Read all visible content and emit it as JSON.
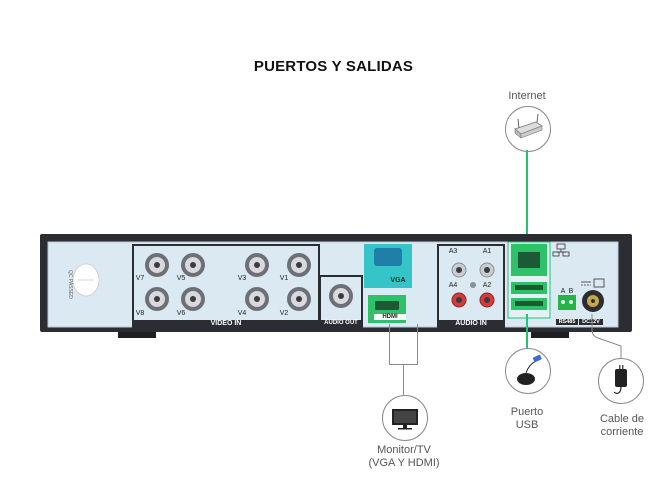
{
  "title": "PUERTOS Y SALIDAS",
  "callouts": {
    "internet": "Internet",
    "monitor": "Monitor/TV",
    "monitor_sub": "(VGA Y HDMI)",
    "usb": "Puerto",
    "usb_sub": "USB",
    "power": "Cable de",
    "power_sub": "corriente"
  },
  "panel": {
    "video_in": "VIDEO IN",
    "audio_out": "AUDIO OUT",
    "audio_in": "AUDIO IN",
    "vga": "VGA",
    "hdmi": "HDMI",
    "rs485": "RS485",
    "dc12v": "DC12V",
    "rs_a": "A",
    "rs_b": "B",
    "sticker_text": "QC PASSED",
    "video_channels": [
      "V7",
      "V5",
      "V3",
      "V1",
      "V8",
      "V6",
      "V4",
      "V2"
    ],
    "audio_channels": [
      "A3",
      "A1",
      "A4",
      "A2"
    ]
  },
  "colors": {
    "accent_green": "#25c36f",
    "device_body": "#2b2d33",
    "panel_blue": "#dbe9f3",
    "vga_cyan": "#35c4c8",
    "hdmi_green": "#2fc06a"
  }
}
